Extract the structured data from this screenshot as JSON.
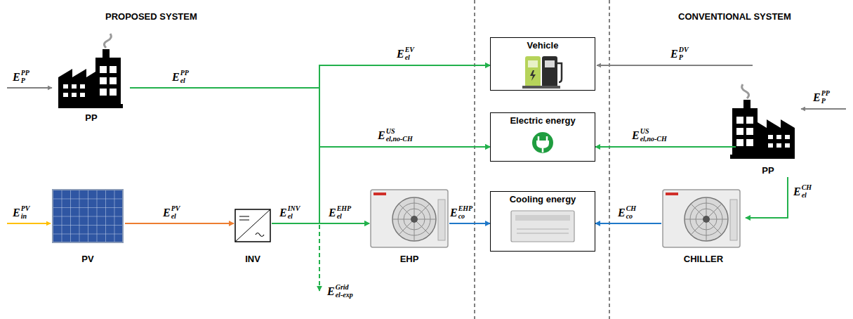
{
  "diagram": {
    "nodes": [
      {
        "text": [
          "PP"
        ]
      },
      {
        "text": [
          "PV"
        ]
      },
      {
        "text": [
          "INV"
        ]
      },
      {
        "text": [
          "EHP"
        ]
      },
      {
        "text": [
          "Vehicle"
        ]
      },
      {
        "text": [
          "Electric energy"
        ]
      },
      {
        "text": [
          "Cooling energy"
        ]
      },
      {
        "text": [
          "PP"
        ]
      },
      {
        "text": [
          "CHILLER"
        ]
      }
    ],
    "edges": [
      {
        "from": 0,
        "to": 4,
        "arrow": "to"
      },
      {
        "from": 0,
        "to": 5,
        "arrow": "to"
      },
      {
        "from": 0,
        "to": 3,
        "arrow": "to"
      },
      {
        "from": 1,
        "to": 2,
        "arrow": "to"
      },
      {
        "from": 2,
        "to": 4,
        "arrow": "to"
      },
      {
        "from": 2,
        "to": 5,
        "arrow": "to"
      },
      {
        "from": 2,
        "to": 3,
        "arrow": "to"
      },
      {
        "from": 3,
        "to": 6,
        "arrow": "to"
      },
      {
        "from": 7,
        "to": 5,
        "arrow": "to"
      },
      {
        "from": 7,
        "to": 8,
        "arrow": "to"
      },
      {
        "from": 8,
        "to": 6,
        "arrow": "to"
      }
    ],
    "labels": [
      "PROPOSED SYSTEM",
      "CONVENTIONAL SYSTEM",
      "E",
      "P",
      "PP",
      "E",
      "in",
      "PV",
      "E",
      "el",
      "PV",
      "E",
      "el",
      "PP",
      "E",
      "el",
      "EV",
      "E",
      "el,no-CH",
      "US",
      "E",
      "el",
      "INV",
      "E",
      "el",
      "EHP",
      "E",
      "el-exp",
      "Grid",
      "E",
      "co",
      "EHP",
      "E",
      "P",
      "DV",
      "E",
      "el,no-CH",
      "US",
      "E",
      "P",
      "PP",
      "E",
      "co",
      "CH",
      "E",
      "el",
      "CH"
    ]
  }
}
